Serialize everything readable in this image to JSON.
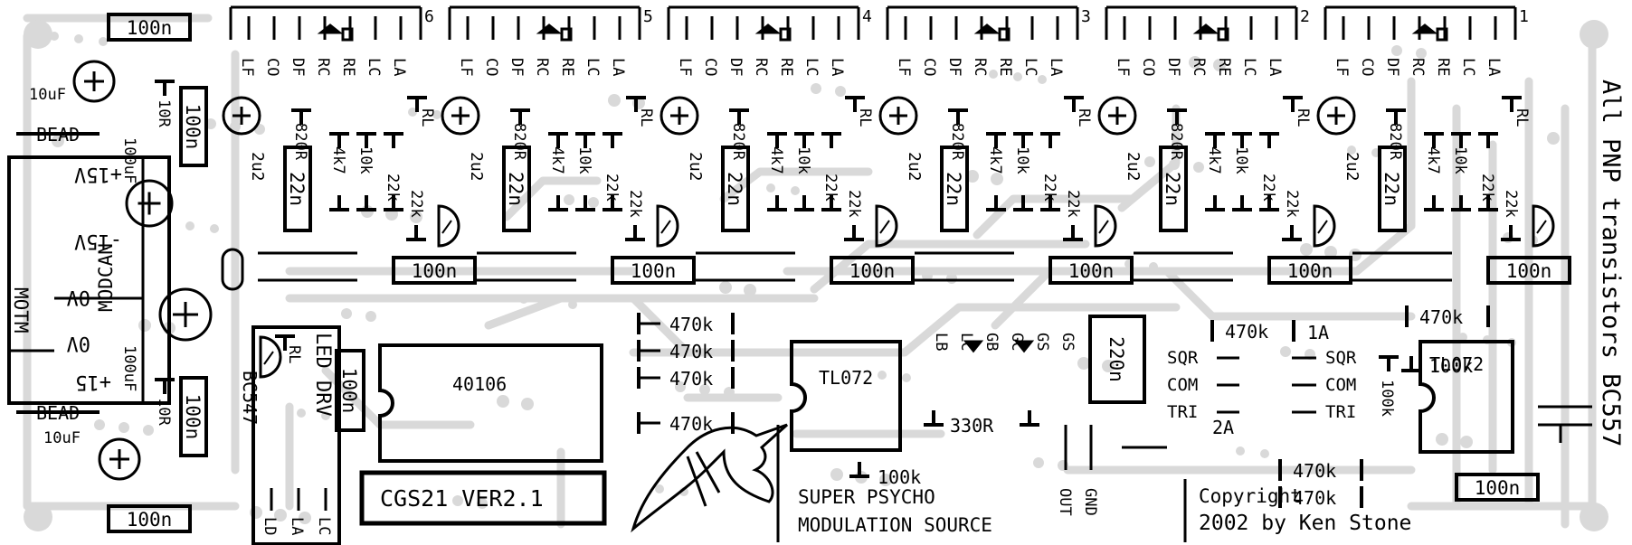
{
  "board": {
    "background": "#ffffff",
    "ink": "#000000",
    "pad": "#d9d9d9",
    "trace": "#d9d9d9"
  },
  "texts": {
    "board_name": "CGS21  VER2.1",
    "title_line1": "SUPER PSYCHO",
    "title_line2": "MODULATION SOURCE",
    "copyright_line1": "Copyright",
    "copyright_line2": "2002 by Ken Stone",
    "side_note": "All PNP transistors BC557",
    "ic_40106": "40106",
    "ic_tl072_a": "TL072",
    "ic_tl072_b": "TL072",
    "transistor_bc547": "BC547",
    "led_drv": "LED DRV",
    "modcan": "MODCAN",
    "motm": "MOTM"
  },
  "power": {
    "modcan_labels": [
      "+15V",
      "-15V",
      "0V"
    ],
    "motm_labels": [
      "0V",
      "+15"
    ],
    "bead_top": "BEAD",
    "bead_bottom": "BEAD",
    "cap_10uf_top": "10uF",
    "cap_10uf_bottom": "10uF",
    "cap_100uf_top": "100uF",
    "cap_100uf_bottom": "100uF",
    "res_10r_top": "10R",
    "res_10r_bottom": "10R",
    "cap_100n_topleft": "100n",
    "cap_100n_bottomleft": "100n",
    "cap_100n_vert_top": "100n",
    "cap_100n_vert_bottom": "100n"
  },
  "channels": [
    {
      "num": "6",
      "pins": [
        "LF",
        "CO",
        "DF",
        "RC",
        "RE",
        "LC",
        "LA"
      ],
      "cap_elec": "2u2",
      "r820": "820R",
      "c22": "22n",
      "r4k7": "4k7",
      "r10k": "10k",
      "r22k": "22k",
      "r22k_b": "22k",
      "rl": "RL",
      "c100": "100n"
    },
    {
      "num": "5",
      "pins": [
        "LF",
        "CO",
        "DF",
        "RC",
        "RE",
        "LC",
        "LA"
      ],
      "cap_elec": "2u2",
      "r820": "820R",
      "c22": "22n",
      "r4k7": "4k7",
      "r10k": "10k",
      "r22k": "22k",
      "r22k_b": "22k",
      "rl": "RL",
      "c100": "100n"
    },
    {
      "num": "4",
      "pins": [
        "LF",
        "CO",
        "DF",
        "RC",
        "RE",
        "LC",
        "LA"
      ],
      "cap_elec": "2u2",
      "r820": "820R",
      "c22": "22n",
      "r4k7": "4k7",
      "r10k": "10k",
      "r22k": "22k",
      "r22k_b": "22k",
      "rl": "RL",
      "c100": "100n"
    },
    {
      "num": "3",
      "pins": [
        "LF",
        "CO",
        "DF",
        "RC",
        "RE",
        "LC",
        "LA"
      ],
      "cap_elec": "2u2",
      "r820": "820R",
      "c22": "22n",
      "r4k7": "4k7",
      "r10k": "10k",
      "r22k": "22k",
      "r22k_b": "22k",
      "rl": "RL",
      "c100": "100n"
    },
    {
      "num": "2",
      "pins": [
        "LF",
        "CO",
        "DF",
        "RC",
        "RE",
        "LC",
        "LA"
      ],
      "cap_elec": "2u2",
      "r820": "820R",
      "c22": "22n",
      "r4k7": "4k7",
      "r10k": "10k",
      "r22k": "22k",
      "r22k_b": "22k",
      "rl": "RL",
      "c100": "100n"
    },
    {
      "num": "1",
      "pins": [
        "LF",
        "CO",
        "DF",
        "RC",
        "RE",
        "LC",
        "LA"
      ],
      "cap_elec": "2u2",
      "r820": "820R",
      "c22": "22n",
      "r4k7": "4k7",
      "r10k": "10k",
      "r22k": "22k",
      "r22k_b": "22k",
      "rl": "RL",
      "c100": "100n"
    }
  ],
  "lfo": {
    "r470k": [
      "470k",
      "470k",
      "470k",
      "470k"
    ],
    "r470k_right": [
      "470k",
      "470k",
      "470k",
      "470k"
    ],
    "r100k": [
      "100k",
      "100k",
      "100k"
    ],
    "r330": "330R",
    "c220": "220n",
    "c100_led": "100n",
    "c100_right": "100n",
    "led_labels": [
      "LB",
      "LC",
      "GB",
      "GC",
      "GS",
      "GS"
    ],
    "wave_left": [
      "SQR",
      "COM",
      "TRI"
    ],
    "wave_right": [
      "SQR",
      "COM",
      "TRI"
    ],
    "label_1a": "1A",
    "label_2a": "2A",
    "rl_led": "RL",
    "led_pins": [
      "LD",
      "LA",
      "LC"
    ],
    "out": "OUT",
    "gnd": "GND"
  }
}
